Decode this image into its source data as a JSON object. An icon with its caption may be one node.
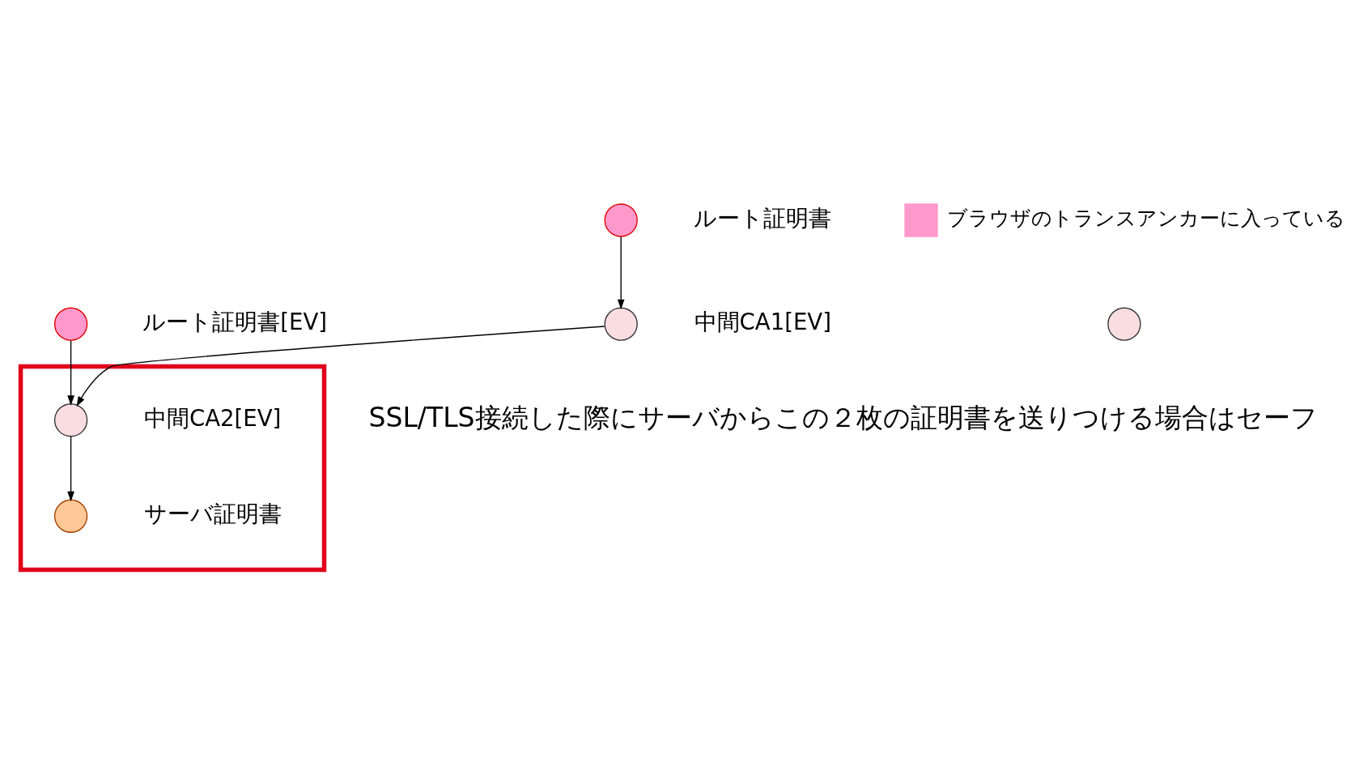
{
  "diagram": {
    "nodes": [
      {
        "text": [],
        "shape": "circle",
        "beside": [
          "ルート証明書"
        ]
      },
      {
        "text": [],
        "shape": "circle",
        "beside": [
          "ルート証明書[EV]"
        ]
      },
      {
        "text": [],
        "shape": "circle",
        "beside": [
          "中間CA1[EV]"
        ]
      },
      {
        "text": [],
        "shape": "box"
      },
      {
        "text": [],
        "shape": "circle",
        "beside": [
          "中間CA2[EV]"
        ],
        "in": 3
      },
      {
        "text": [],
        "shape": "circle",
        "beside": [
          "サーバ証明書"
        ],
        "in": 3
      },
      {
        "text": [],
        "shape": "circle"
      }
    ],
    "edges": [
      {
        "from": 0,
        "to": 2,
        "arrow": "to"
      },
      {
        "from": 1,
        "to": 4,
        "arrow": "to"
      },
      {
        "from": 2,
        "to": 4,
        "arrow": "to"
      },
      {
        "from": 4,
        "to": 5,
        "arrow": "to"
      }
    ],
    "labels": [
      "SSL/TLS接続した際にサーバからこの２枚の証明書を送りつける場合はセーフ"
    ],
    "legend": [
      {
        "text": "ブラウザのトランスアンカーに入っている",
        "color": "#ff99cc"
      }
    ]
  }
}
